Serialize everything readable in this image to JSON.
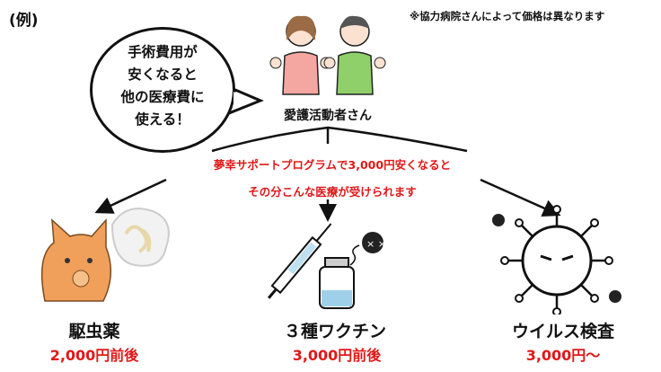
{
  "example_label": "(例)",
  "note": "※協力病院さんによって価格は異なります",
  "speech_bubble": [
    "手術費用が",
    "安くなると",
    "他の医療費に",
    "使える！"
  ],
  "people_label": "愛護活動者さん",
  "message": [
    "夢幸サポートプログラムで3,000円安くなると",
    "その分こんな医療が受けられます"
  ],
  "items": [
    {
      "name": "駆虫薬",
      "price": "2,000円前後"
    },
    {
      "name": "３種ワクチン",
      "price": "3,000円前後"
    },
    {
      "name": "ウイルス検査",
      "price": "3,000円～"
    }
  ],
  "colors": {
    "accent": "#e01818"
  }
}
